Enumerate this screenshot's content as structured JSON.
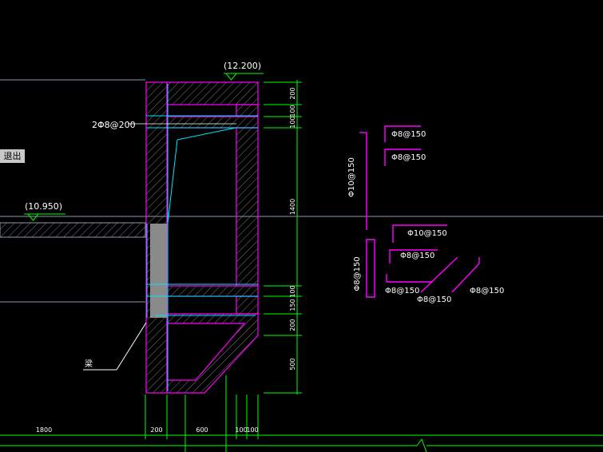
{
  "exit_label": "退出",
  "elevation_top": "(12.200)",
  "elevation_left": "(10.950)",
  "rebar_top_left": "2Φ8@200",
  "beam_label": "梁",
  "rebar_labels": [
    "Φ8@150",
    "Φ8@150",
    "Φ10@150",
    "Φ10@150",
    "Φ8@150",
    "Φ8@150",
    "Φ8@150",
    "Φ8@150",
    "Φ8@150"
  ],
  "right_dims": [
    "200",
    "100",
    "100",
    "1400",
    "100",
    "150",
    "200",
    "500"
  ],
  "bottom_dims": [
    "1800",
    "200",
    "600",
    "100",
    "100"
  ],
  "colors": {
    "wall": "#ff00ff",
    "inner": "#00e5ff",
    "dim_line": "#00ff00",
    "text": "#ffffff",
    "fill": "#8a8a8a"
  }
}
